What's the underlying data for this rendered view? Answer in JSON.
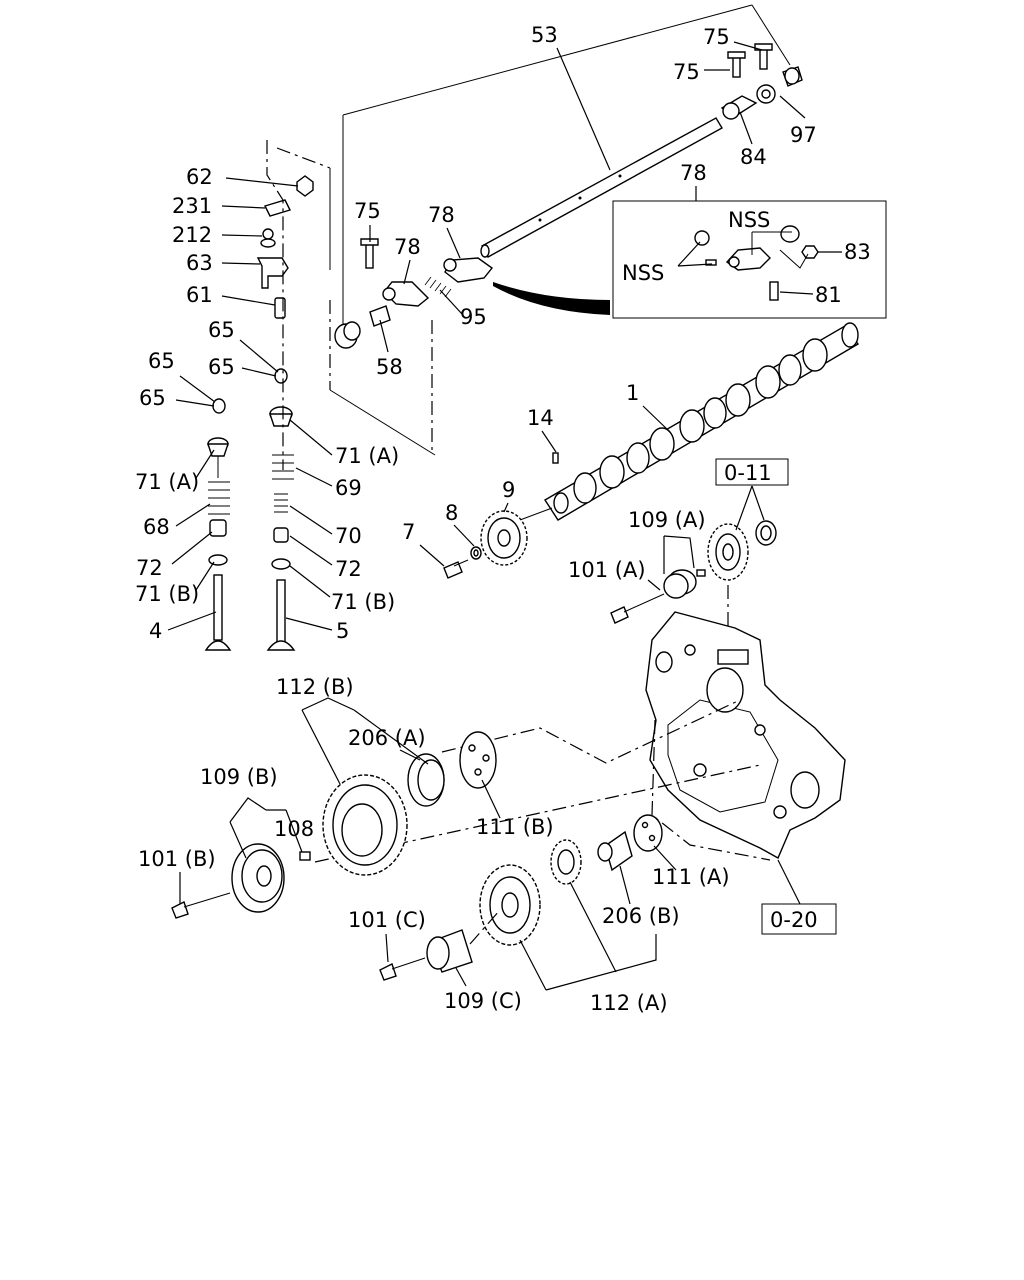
{
  "labels": [
    "53",
    "75",
    "75",
    "97",
    "84",
    "78",
    "NSS",
    "NSS",
    "83",
    "81",
    "62",
    "231",
    "212",
    "63",
    "61",
    "65",
    "65",
    "65",
    "65",
    "75",
    "78",
    "78",
    "95",
    "58",
    "71 (A)",
    "69",
    "71 (A)",
    "68",
    "70",
    "72",
    "72",
    "71 (B)",
    "71 (B)",
    "4",
    "5",
    "14",
    "1",
    "9",
    "8",
    "7",
    "0-11",
    "109 (A)",
    "101 (A)",
    "112 (B)",
    "206 (A)",
    "109 (B)",
    "108",
    "111 (B)",
    "101 (B)",
    "111 (A)",
    "206 (B)",
    "0-20",
    "101 (C)",
    "109 (C)",
    "112 (A)"
  ]
}
